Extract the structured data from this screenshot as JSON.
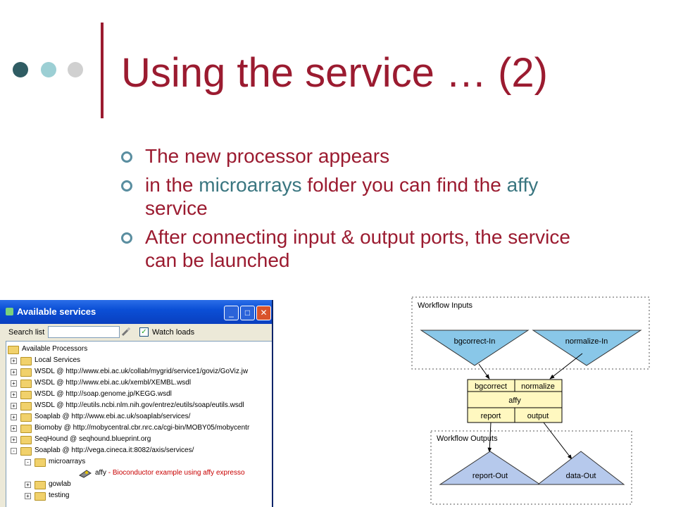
{
  "slide": {
    "title": "Using the service … (2)",
    "bullets": [
      {
        "parts": [
          {
            "text": "The new processor appears",
            "color": "red"
          }
        ]
      },
      {
        "parts": [
          {
            "text": "in the ",
            "color": "red"
          },
          {
            "text": "microarrays",
            "color": "teal"
          },
          {
            "text": " folder you can find the ",
            "color": "red"
          },
          {
            "text": "affy",
            "color": "teal"
          },
          {
            "text": " service",
            "color": "red"
          }
        ]
      },
      {
        "parts": [
          {
            "text": "After connecting input & output ports, the service can be launched",
            "color": "red"
          }
        ]
      }
    ]
  },
  "window": {
    "title": "Available services",
    "search_label": "Search list",
    "search_value": "",
    "watch_label": "Watch loads",
    "watch_checked": true,
    "tree": [
      {
        "label": "Available Processors",
        "depth": 0,
        "expander": "",
        "icon": "folder"
      },
      {
        "label": "Local Services",
        "depth": 1,
        "expander": "+",
        "icon": "folder"
      },
      {
        "label": "WSDL @ http://www.ebi.ac.uk/collab/mygrid/service1/goviz/GoViz.jw",
        "depth": 1,
        "expander": "+",
        "icon": "folder"
      },
      {
        "label": "WSDL @ http://www.ebi.ac.uk/xembl/XEMBL.wsdl",
        "depth": 1,
        "expander": "+",
        "icon": "folder"
      },
      {
        "label": "WSDL @ http://soap.genome.jp/KEGG.wsdl",
        "depth": 1,
        "expander": "+",
        "icon": "folder"
      },
      {
        "label": "WSDL @ http://eutils.ncbi.nlm.nih.gov/entrez/eutils/soap/eutils.wsdl",
        "depth": 1,
        "expander": "+",
        "icon": "folder"
      },
      {
        "label": "Soaplab @ http://www.ebi.ac.uk/soaplab/services/",
        "depth": 1,
        "expander": "+",
        "icon": "folder"
      },
      {
        "label": "Biomoby @ http://mobycentral.cbr.nrc.ca/cgi-bin/MOBY05/mobycentr",
        "depth": 1,
        "expander": "+",
        "icon": "folder"
      },
      {
        "label": "SeqHound @ seqhound.blueprint.org",
        "depth": 1,
        "expander": "+",
        "icon": "folder"
      },
      {
        "label": "Soaplab @ http://vega.cineca.it:8082/axis/services/",
        "depth": 1,
        "expander": "-",
        "icon": "folder"
      },
      {
        "label": "microarrays",
        "depth": 2,
        "expander": "-",
        "icon": "folder"
      },
      {
        "label": "affy",
        "desc": " - Bioconductor example using affy expresso",
        "depth": 3,
        "expander": "",
        "icon": "processor"
      },
      {
        "label": "gowlab",
        "depth": 2,
        "expander": "+",
        "icon": "folder"
      },
      {
        "label": "testing",
        "depth": 2,
        "expander": "+",
        "icon": "folder"
      }
    ]
  },
  "workflow": {
    "inputs_label": "Workflow Inputs",
    "outputs_label": "Workflow Outputs",
    "input_ports": [
      "bgcorrect-In",
      "normalize-In"
    ],
    "processor": {
      "name": "affy",
      "inputs": [
        "bgcorrect",
        "normalize"
      ],
      "outputs": [
        "report",
        "output"
      ]
    },
    "output_ports": [
      "report-Out",
      "data-Out"
    ]
  },
  "colors": {
    "title": "#9b1b30",
    "teal": "#3a7680",
    "dot_dark": "#2f5c63",
    "dot_mid": "#9ccfd4",
    "dot_light": "#d0d0d0",
    "input_fill": "#89c7e8",
    "output_fill": "#b6c9ec",
    "processor_fill": "#fff8c0"
  }
}
